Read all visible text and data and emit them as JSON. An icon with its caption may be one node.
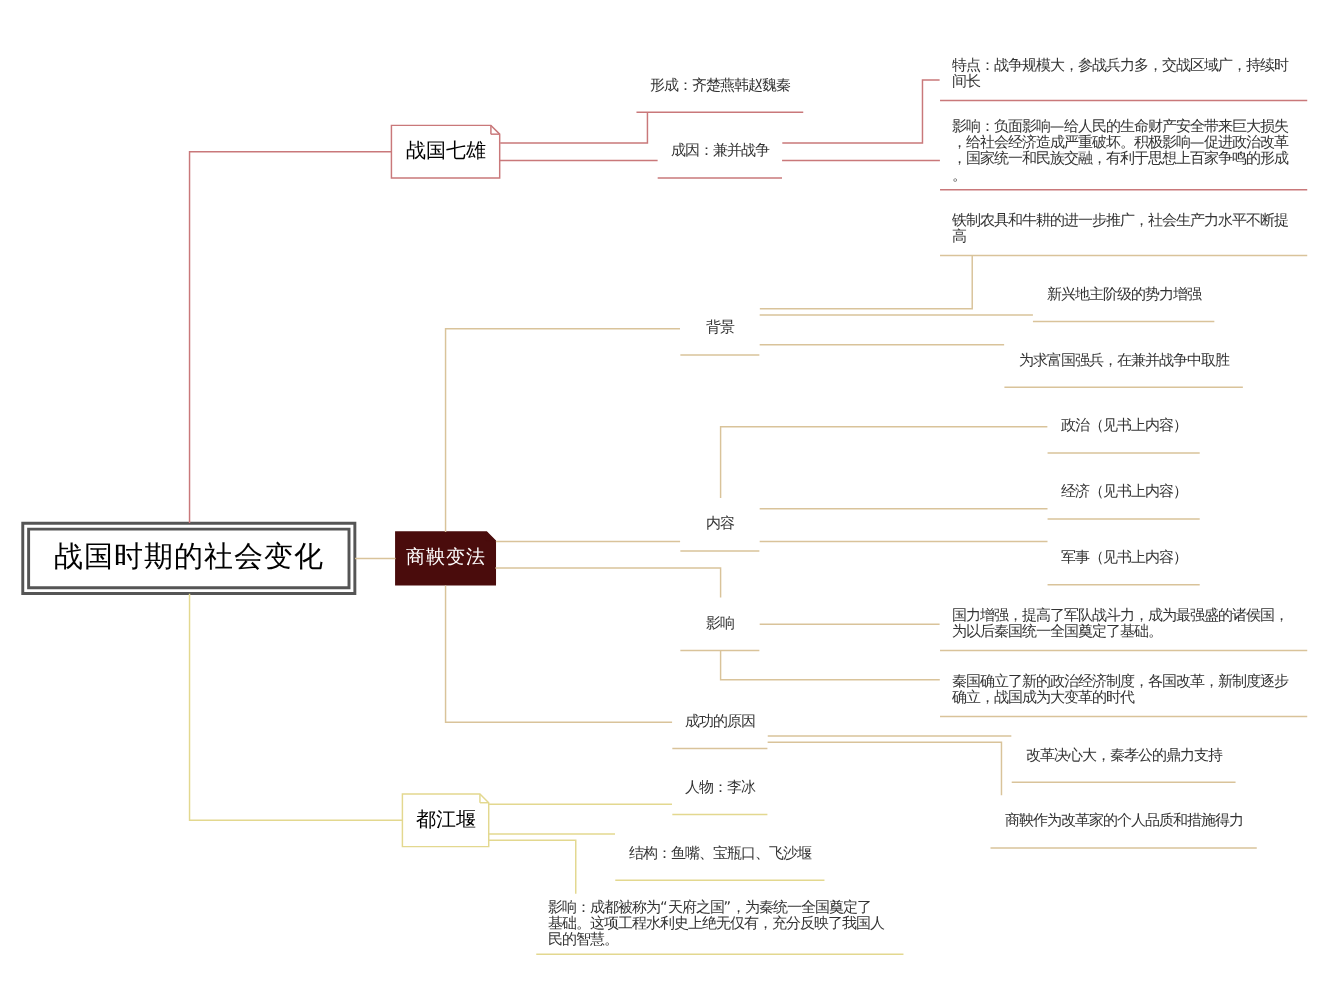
{
  "diagram": {
    "nodes": [
      {
        "text": [
          "战国时期的社会变化"
        ]
      },
      {
        "text": [
          "战国七雄"
        ]
      },
      {
        "text": [
          "形成：齐楚燕韩赵魏秦"
        ]
      },
      {
        "text": [
          "成因：兼并战争"
        ]
      },
      {
        "text": [
          "特点：战争规模大，参战兵力多，交战区域广，持续时间长"
        ]
      },
      {
        "text": [
          "影响：负面影响—给人民的生命财产安全带来巨大损失，给社会经济造成严重破坏。积极影响—促进政治改革，国家统一和民族交融，有利于思想上百家争鸣的形成。"
        ]
      },
      {
        "text": [
          "商鞅变法"
        ]
      },
      {
        "text": [
          "背景"
        ]
      },
      {
        "text": [
          "铁制农具和牛耕的进一步推广，社会生产力水平不断提高"
        ]
      },
      {
        "text": [
          "新兴地主阶级的势力增强"
        ]
      },
      {
        "text": [
          "为求富国强兵，在兼并战争中取胜"
        ]
      },
      {
        "text": [
          "内容"
        ]
      },
      {
        "text": [
          "政治（见书上内容）"
        ]
      },
      {
        "text": [
          "经济（见书上内容）"
        ]
      },
      {
        "text": [
          "军事（见书上内容）"
        ]
      },
      {
        "text": [
          "影响"
        ]
      },
      {
        "text": [
          "国力增强，提高了军队战斗力，成为最强盛的诸侯国，为以后秦国统一全国奠定了基础。"
        ]
      },
      {
        "text": [
          "秦国确立了新的政治经济制度，各国改革，新制度逐步确立，战国成为大变革的时代"
        ]
      },
      {
        "text": [
          "成功的原因"
        ]
      },
      {
        "text": [
          "改革决心大，秦孝公的鼎力支持"
        ]
      },
      {
        "text": [
          "商鞅作为改革家的个人品质和措施得力"
        ]
      },
      {
        "text": [
          "都江堰"
        ]
      },
      {
        "text": [
          "人物：李冰"
        ]
      },
      {
        "text": [
          "结构：鱼嘴、宝瓶口、飞沙堰"
        ]
      },
      {
        "text": [
          "影响：成都被称为“天府之国”，为秦统一全国奠定了基础。这项工程水利史上绝无仅有，充分反映了我国人民的智慧。"
        ]
      }
    ],
    "edges": [
      {
        "from": 0,
        "to": 1,
        "arrow": "none",
        "color": "#c9787a"
      },
      {
        "from": 1,
        "to": 2,
        "arrow": "none",
        "color": "#c9787a"
      },
      {
        "from": 1,
        "to": 3,
        "arrow": "none",
        "color": "#c9787a"
      },
      {
        "from": 3,
        "to": 4,
        "arrow": "none",
        "color": "#c9787a"
      },
      {
        "from": 3,
        "to": 5,
        "arrow": "none",
        "color": "#c9787a"
      },
      {
        "from": 0,
        "to": 6,
        "arrow": "none"
      },
      {
        "from": 6,
        "to": 7,
        "arrow": "none"
      },
      {
        "from": 7,
        "to": 8,
        "arrow": "none"
      },
      {
        "from": 7,
        "to": 9,
        "arrow": "none"
      },
      {
        "from": 7,
        "to": 10,
        "arrow": "none"
      },
      {
        "from": 6,
        "to": 11,
        "arrow": "none"
      },
      {
        "from": 11,
        "to": 12,
        "arrow": "none"
      },
      {
        "from": 11,
        "to": 13,
        "arrow": "none"
      },
      {
        "from": 11,
        "to": 14,
        "arrow": "none"
      },
      {
        "from": 6,
        "to": 15,
        "arrow": "none"
      },
      {
        "from": 15,
        "to": 16,
        "arrow": "none"
      },
      {
        "from": 15,
        "to": 17,
        "arrow": "none"
      },
      {
        "from": 6,
        "to": 18,
        "arrow": "none"
      },
      {
        "from": 18,
        "to": 19,
        "arrow": "none"
      },
      {
        "from": 18,
        "to": 20,
        "arrow": "none"
      },
      {
        "from": 0,
        "to": 21,
        "arrow": "none",
        "color": "#e3d88f"
      },
      {
        "from": 21,
        "to": 22,
        "arrow": "none",
        "color": "#e3d88f"
      },
      {
        "from": 21,
        "to": 23,
        "arrow": "none",
        "color": "#e3d88f"
      },
      {
        "from": 21,
        "to": 24,
        "arrow": "none",
        "color": "#e3d88f"
      }
    ]
  }
}
